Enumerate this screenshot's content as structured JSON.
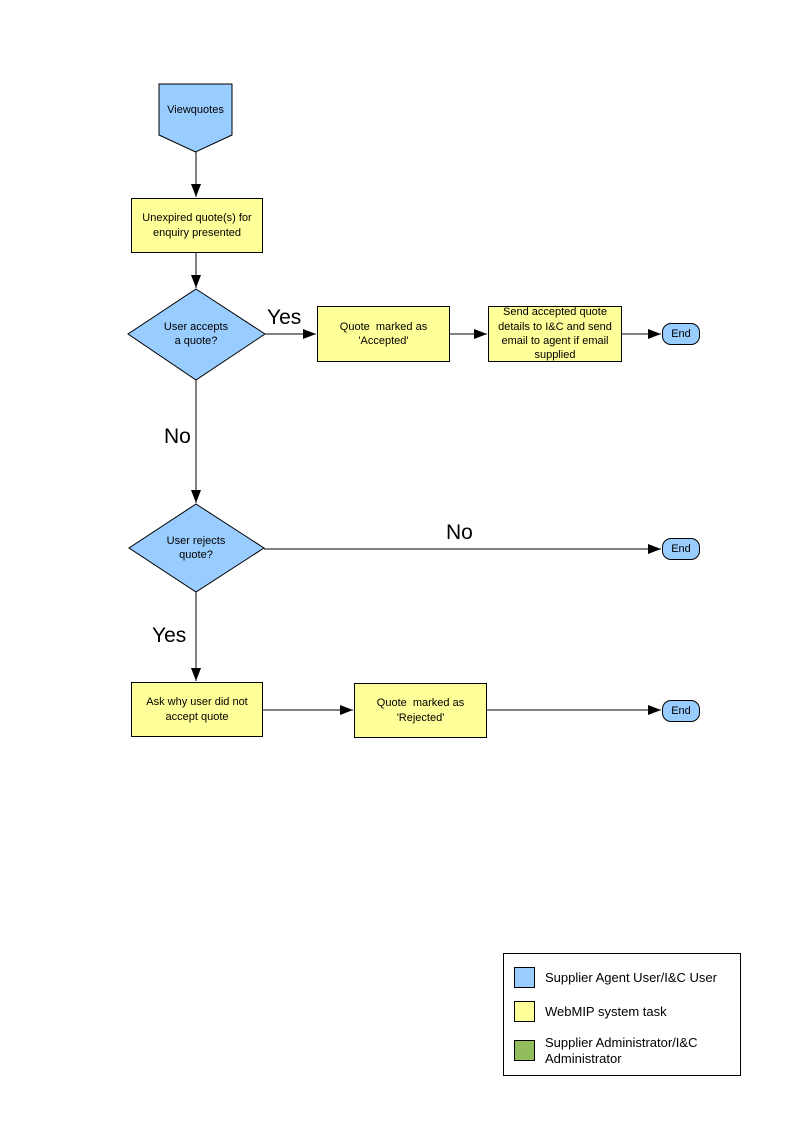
{
  "diagram": {
    "start": {
      "label": "Viewquotes"
    },
    "process_unexpired": {
      "label": "Unexpired quote(s) for\nenquiry presented"
    },
    "decision_accepts": {
      "label": "User accepts\na quote?"
    },
    "process_marked_accepted": {
      "label": "Quote  marked as\n'Accepted'"
    },
    "process_send_details": {
      "label": "Send accepted quote\ndetails to I&C and send\nemail to agent if email\nsupplied"
    },
    "decision_rejects": {
      "label": "User rejects\nquote?"
    },
    "process_ask_why": {
      "label": "Ask why user did not\naccept quote"
    },
    "process_marked_rejected": {
      "label": "Quote  marked as\n'Rejected'"
    },
    "end_label": "End",
    "edge_labels": {
      "yes1": "Yes",
      "no1": "No",
      "no2": "No",
      "yes2": "Yes"
    }
  },
  "legend": {
    "items": [
      {
        "label": "Supplier Agent User/I&C User",
        "color": "#99ccff"
      },
      {
        "label": "WebMIP system task",
        "color": "#ffff99"
      },
      {
        "label": "Supplier Administrator/I&C\nAdministrator",
        "color": "#92bd5c"
      }
    ]
  },
  "colors": {
    "actor_shape": "#99ccff",
    "system_task": "#ffff99",
    "admin_task": "#92bd5c",
    "connector": "#000000"
  }
}
